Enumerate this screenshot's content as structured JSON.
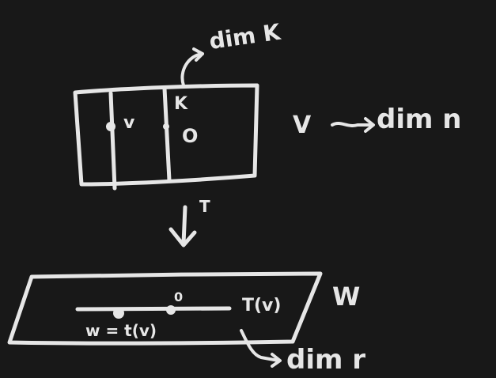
{
  "labels": {
    "dim_k": "dim K",
    "kernel": "K",
    "v_vector": "v",
    "zero_in_v": "O",
    "space_v": "V",
    "dim_n": "dim n",
    "map_t": "T",
    "zero_in_w": "0",
    "t_of_v": "T(v)",
    "w_eq": "w = t(v)",
    "space_w": "W",
    "dim_r": "dim r"
  },
  "colors": {
    "background": "#181818",
    "ink": "#e6e6e6"
  }
}
